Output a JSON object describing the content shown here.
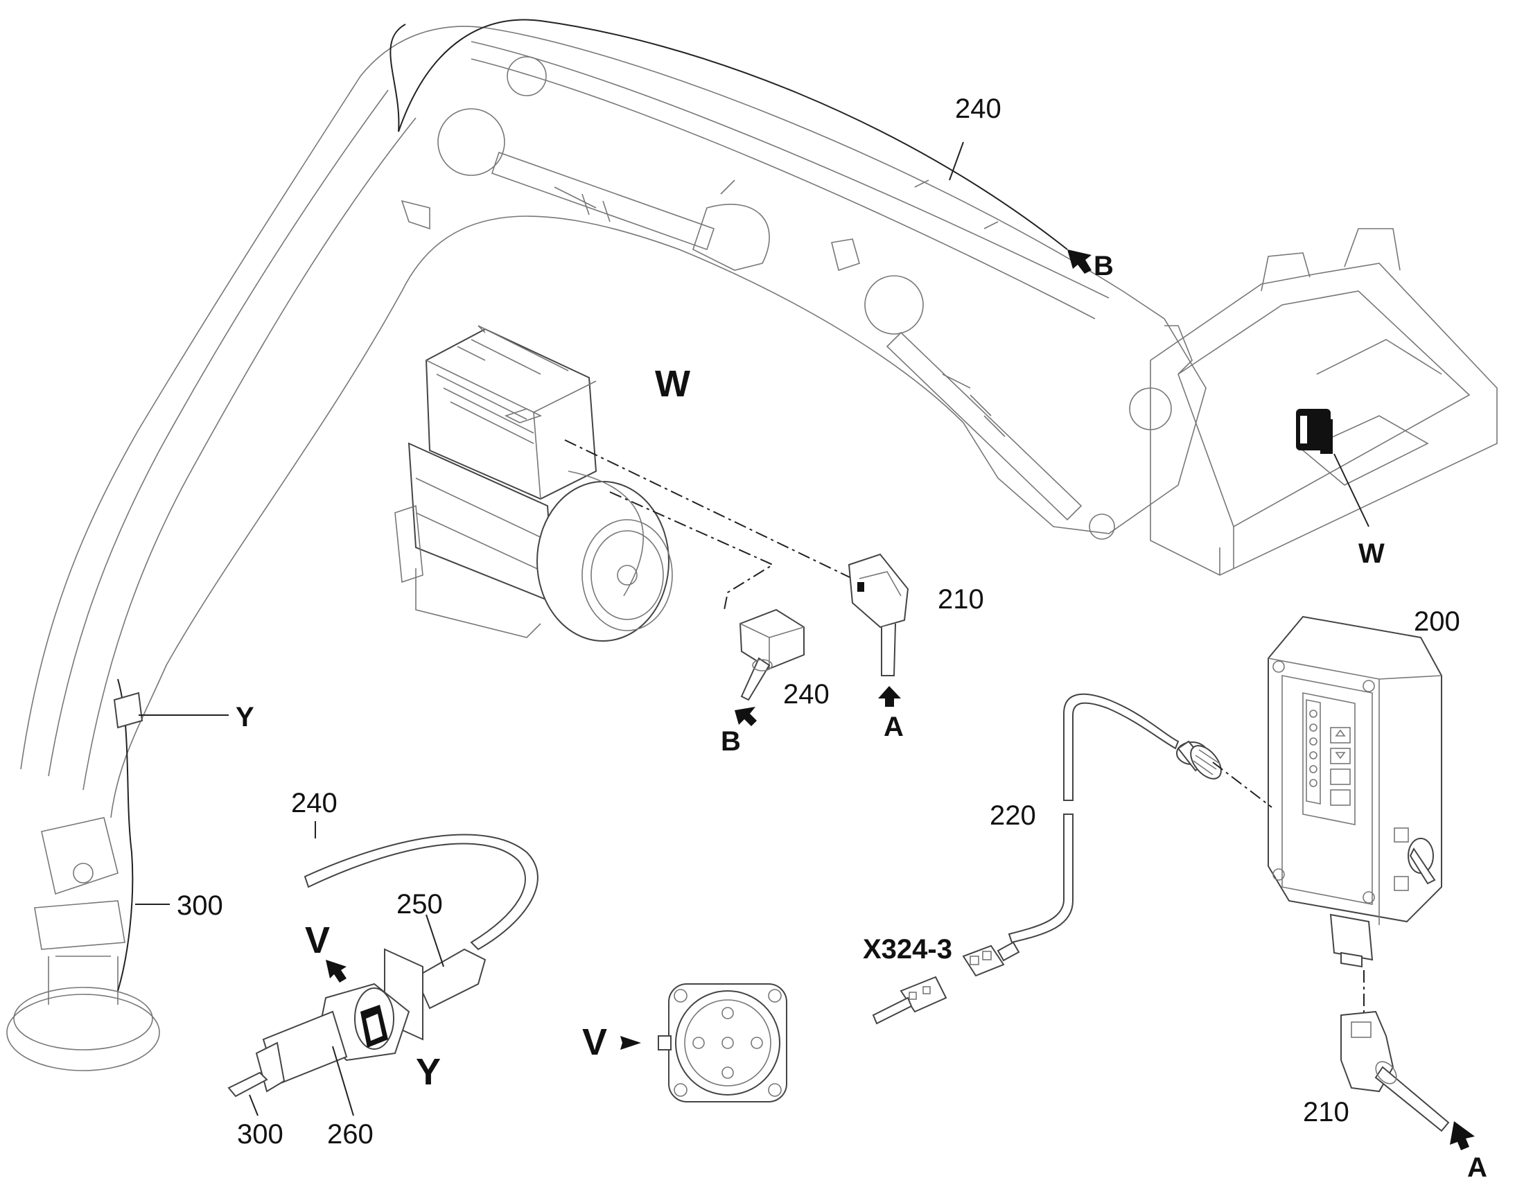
{
  "callouts": {
    "n240_top": "240",
    "n240_mid": "240",
    "n240_cable": "240",
    "n210_mid": "210",
    "n210_bottom": "210",
    "n200": "200",
    "n220": "220",
    "n250": "250",
    "n260": "260",
    "n300_left": "300",
    "n300_bottom": "300",
    "connector_id": "X324-3"
  },
  "view_letters": {
    "w_top": "W",
    "w_right": "W",
    "y_left": "Y",
    "y_bottom": "Y",
    "v_plug": "V",
    "v_socket": "V"
  },
  "arrow_letters": {
    "b_top": "B",
    "b_mid": "B",
    "a_mid": "A",
    "a_bottom": "A"
  }
}
